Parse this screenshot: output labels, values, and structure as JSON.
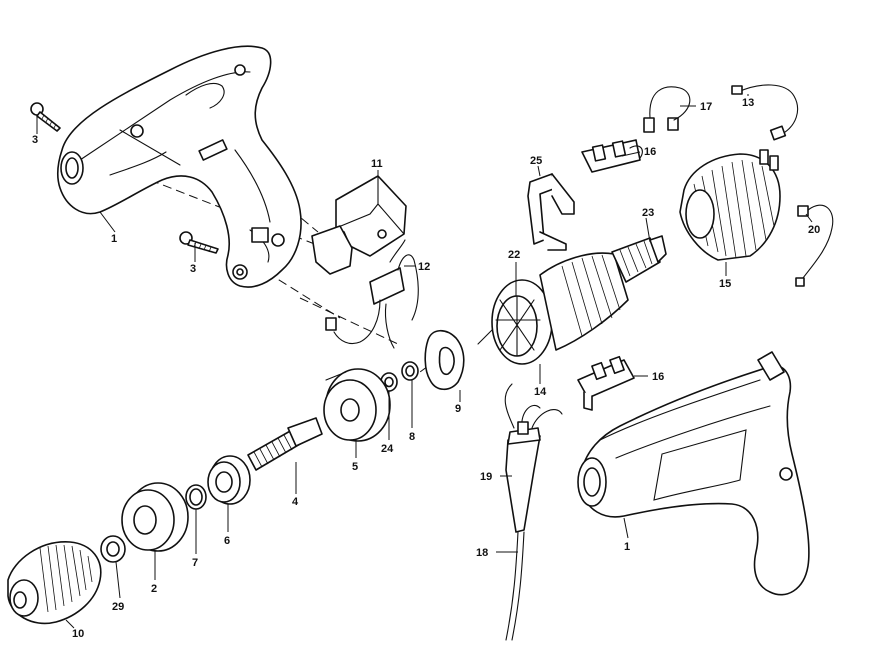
{
  "diagram": {
    "parts": [
      {
        "key": "p3a",
        "number": "3"
      },
      {
        "key": "p1a",
        "number": "1"
      },
      {
        "key": "p3b",
        "number": "3"
      },
      {
        "key": "p11",
        "number": "11"
      },
      {
        "key": "p12",
        "number": "12"
      },
      {
        "key": "p9",
        "number": "9"
      },
      {
        "key": "p8",
        "number": "8"
      },
      {
        "key": "p24",
        "number": "24"
      },
      {
        "key": "p5",
        "number": "5"
      },
      {
        "key": "p4",
        "number": "4"
      },
      {
        "key": "p6",
        "number": "6"
      },
      {
        "key": "p7",
        "number": "7"
      },
      {
        "key": "p2",
        "number": "2"
      },
      {
        "key": "p29",
        "number": "29"
      },
      {
        "key": "p10",
        "number": "10"
      },
      {
        "key": "p25",
        "number": "25"
      },
      {
        "key": "p22",
        "number": "22"
      },
      {
        "key": "p23",
        "number": "23"
      },
      {
        "key": "p14",
        "number": "14"
      },
      {
        "key": "p16a",
        "number": "16"
      },
      {
        "key": "p16b",
        "number": "16"
      },
      {
        "key": "p17",
        "number": "17"
      },
      {
        "key": "p13",
        "number": "13"
      },
      {
        "key": "p15",
        "number": "15"
      },
      {
        "key": "p20",
        "number": "20"
      },
      {
        "key": "p19",
        "number": "19"
      },
      {
        "key": "p18",
        "number": "18"
      },
      {
        "key": "p1b",
        "number": "1"
      }
    ]
  }
}
